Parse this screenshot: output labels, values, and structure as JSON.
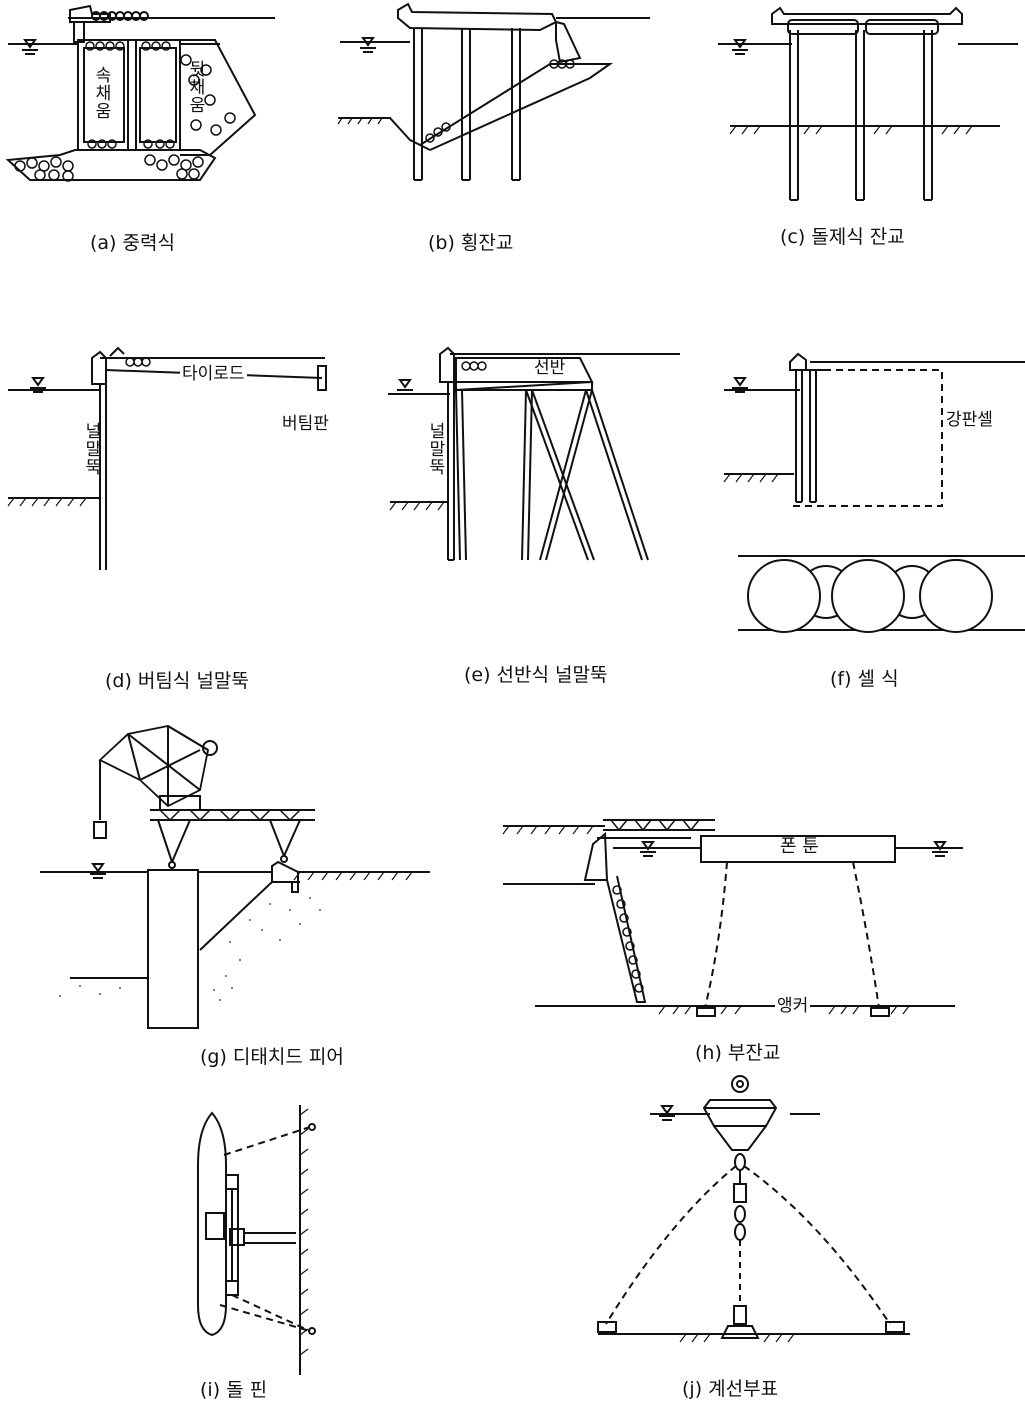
{
  "panels": {
    "a": {
      "caption": "(a) 중력식",
      "label_inner_fill": "속채움",
      "label_back_fill": "뒷채움"
    },
    "b": {
      "caption": "(b) 횡잔교"
    },
    "c": {
      "caption": "(c) 돌제식 잔교"
    },
    "d": {
      "caption": "(d) 버팀식 널말뚝",
      "label_tie_rod": "타이로드",
      "label_anchor_plate": "버팀판",
      "label_sheet_pile": "널말뚝"
    },
    "e": {
      "caption": "(e) 선반식 널말뚝",
      "label_shelf": "선반",
      "label_sheet_pile": "널말뚝"
    },
    "f": {
      "caption": "(f) 셀  식",
      "label_steel_cell": "강판셀"
    },
    "g": {
      "caption": "(g) 디태치드 피어"
    },
    "h": {
      "caption": "(h) 부잔교",
      "label_pontoon": "폰 툰",
      "label_anchor": "앵커"
    },
    "i": {
      "caption": "(i) 돌 핀"
    },
    "j": {
      "caption": "(j) 계선부표"
    }
  },
  "icons": [
    "water-level-icon",
    "ground-hatch-icon"
  ]
}
